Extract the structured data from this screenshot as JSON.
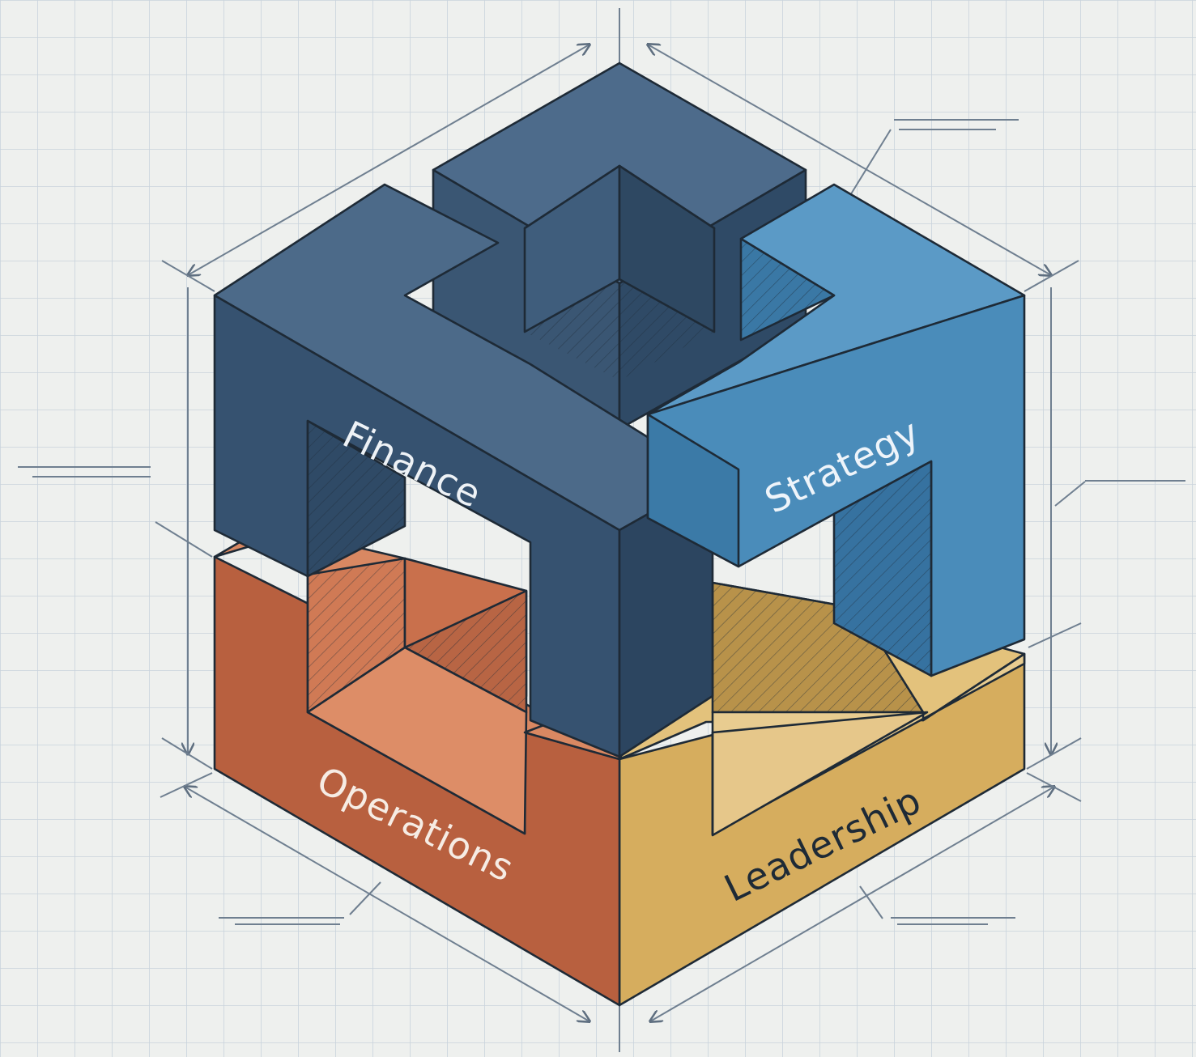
{
  "diagram": {
    "blocks": [
      {
        "id": "finance",
        "label": "Finance",
        "color": "#3d5a78"
      },
      {
        "id": "strategy",
        "label": "Strategy",
        "color": "#4a8cba"
      },
      {
        "id": "operations",
        "label": "Operations",
        "color": "#c96a48"
      },
      {
        "id": "leadership",
        "label": "Leadership",
        "color": "#d6ad5e"
      }
    ],
    "colors": {
      "paper": "#eef0ee",
      "grid": "#c9d3dc",
      "ink": "#1e2a36",
      "annotation": "#6f7f90"
    }
  }
}
